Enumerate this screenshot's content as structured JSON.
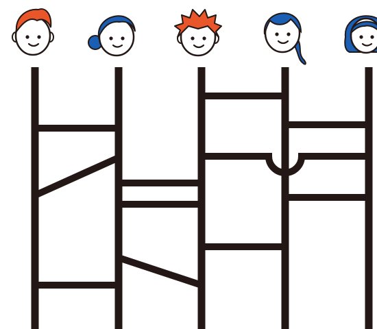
{
  "game": {
    "type": "amidakuji-ladder-lottery",
    "line_color": "#231815",
    "background_color": "#ffffff",
    "characters": [
      {
        "name": "boy-red-spiky-hair",
        "hair_color": "#e8562a",
        "hair_style": "short-swept",
        "gender": "male"
      },
      {
        "name": "girl-blue-side-ponytail",
        "hair_color": "#1a5fb4",
        "hair_style": "side-bun",
        "gender": "female"
      },
      {
        "name": "boy-red-spiky-hair-2",
        "hair_color": "#e8562a",
        "hair_style": "spiky",
        "gender": "male"
      },
      {
        "name": "girl-blue-long-ponytail",
        "hair_color": "#1a5fb4",
        "hair_style": "long-ponytail",
        "gender": "female"
      },
      {
        "name": "girl-blue-bob",
        "hair_color": "#1a5fb4",
        "hair_style": "bob",
        "gender": "female"
      }
    ]
  }
}
